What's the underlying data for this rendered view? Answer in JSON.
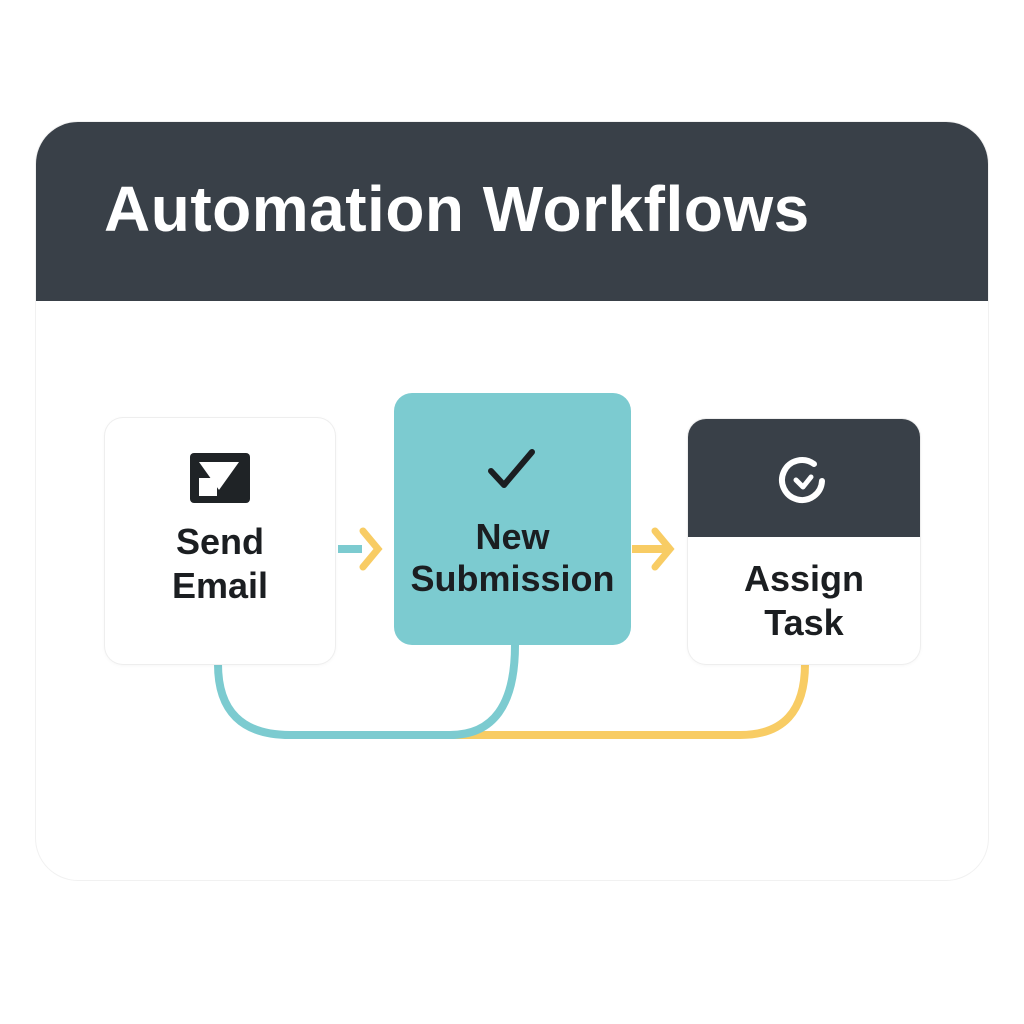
{
  "header": {
    "title": "Automation Workflows"
  },
  "nodes": [
    {
      "id": "send-email",
      "label_line1": "Send",
      "label_line2": "Email",
      "icon": "mail-icon"
    },
    {
      "id": "new-submission",
      "label_line1": "New",
      "label_line2": "Submission",
      "icon": "checkmark-icon"
    },
    {
      "id": "assign-task",
      "label_line1": "Assign",
      "label_line2": "Task",
      "icon": "circular-check-icon"
    }
  ],
  "colors": {
    "header": "#394048",
    "accent_teal": "#7ccbd0",
    "accent_yellow": "#f8cc64",
    "text": "#1b1e21"
  }
}
